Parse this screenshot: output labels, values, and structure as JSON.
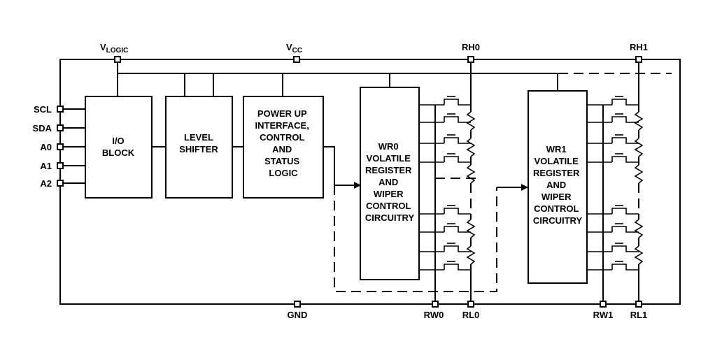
{
  "pins": {
    "vlogic": {
      "main": "V",
      "sub": "LOGIC"
    },
    "vcc": {
      "main": "V",
      "sub": "CC"
    },
    "rh0": "RH0",
    "rh1": "RH1",
    "gnd": "GND",
    "rw0": "RW0",
    "rl0": "RL0",
    "rw1": "RW1",
    "rl1": "RL1",
    "scl": "SCL",
    "sda": "SDA",
    "a0": "A0",
    "a1": "A1",
    "a2": "A2"
  },
  "blocks": {
    "io": [
      "I/O",
      "BLOCK"
    ],
    "level": [
      "LEVEL",
      "SHIFTER"
    ],
    "power": [
      "POWER UP",
      "INTERFACE,",
      "CONTROL",
      "AND",
      "STATUS",
      "LOGIC"
    ],
    "wr0": [
      "WR0",
      "VOLATILE",
      "REGISTER",
      "AND",
      "WIPER",
      "CONTROL",
      "CIRCUITRY"
    ],
    "wr1": [
      "WR1",
      "VOLATILE",
      "REGISTER",
      "AND",
      "WIPER",
      "CONTROL",
      "CIRCUITRY"
    ]
  }
}
